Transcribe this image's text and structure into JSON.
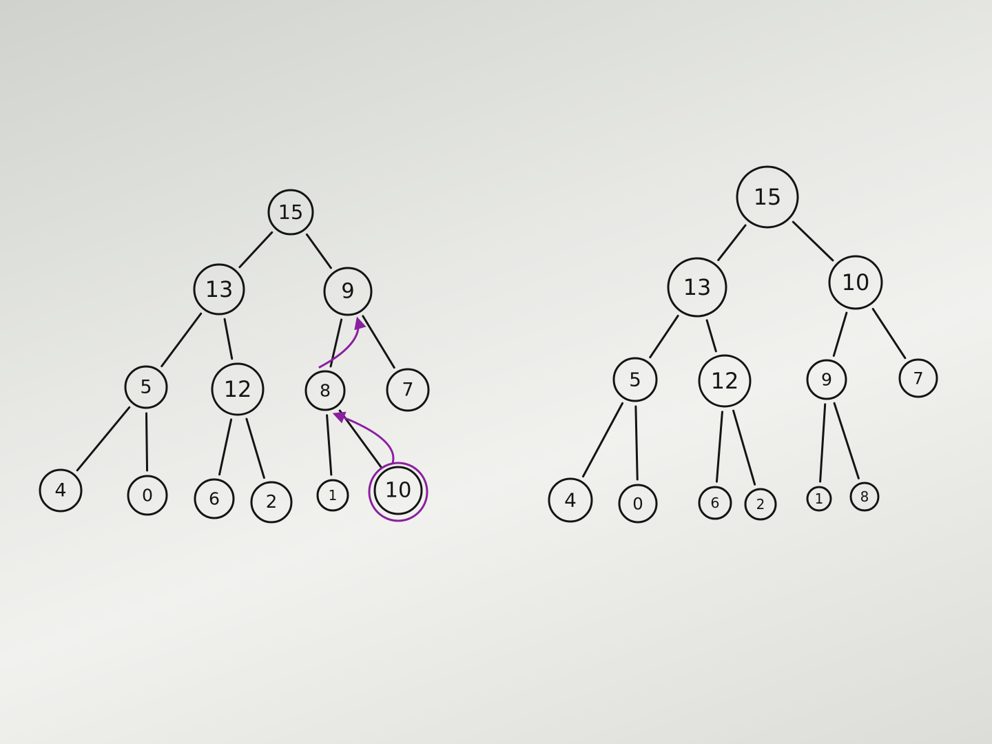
{
  "colors": {
    "ink": "#141414",
    "marker_accent": "#8a1fa0"
  },
  "trees": [
    {
      "nodes": [
        {
          "id": "a15",
          "label": "15"
        },
        {
          "id": "a13",
          "label": "13"
        },
        {
          "id": "a9",
          "label": "9"
        },
        {
          "id": "a5",
          "label": "5"
        },
        {
          "id": "a12",
          "label": "12"
        },
        {
          "id": "a8",
          "label": "8"
        },
        {
          "id": "a7",
          "label": "7"
        },
        {
          "id": "a4",
          "label": "4"
        },
        {
          "id": "a0",
          "label": "0"
        },
        {
          "id": "a6",
          "label": "6"
        },
        {
          "id": "a2",
          "label": "2"
        },
        {
          "id": "a1",
          "label": "1"
        },
        {
          "id": "a10",
          "label": "10",
          "highlighted": true
        }
      ],
      "edges": [
        [
          "a15",
          "a13"
        ],
        [
          "a15",
          "a9"
        ],
        [
          "a13",
          "a5"
        ],
        [
          "a13",
          "a12"
        ],
        [
          "a9",
          "a8"
        ],
        [
          "a9",
          "a7"
        ],
        [
          "a5",
          "a4"
        ],
        [
          "a5",
          "a0"
        ],
        [
          "a12",
          "a6"
        ],
        [
          "a12",
          "a2"
        ],
        [
          "a8",
          "a1"
        ],
        [
          "a8",
          "a10"
        ]
      ],
      "arrows": [
        [
          "a10",
          "a8"
        ],
        [
          "a8",
          "a9"
        ]
      ]
    },
    {
      "nodes": [
        {
          "id": "b15",
          "label": "15"
        },
        {
          "id": "b13",
          "label": "13"
        },
        {
          "id": "b10",
          "label": "10"
        },
        {
          "id": "b5",
          "label": "5"
        },
        {
          "id": "b12",
          "label": "12"
        },
        {
          "id": "b9",
          "label": "9"
        },
        {
          "id": "b7",
          "label": "7"
        },
        {
          "id": "b4",
          "label": "4"
        },
        {
          "id": "b0",
          "label": "0"
        },
        {
          "id": "b6",
          "label": "6"
        },
        {
          "id": "b2",
          "label": "2"
        },
        {
          "id": "b1",
          "label": "1"
        },
        {
          "id": "b8",
          "label": "8"
        }
      ],
      "edges": [
        [
          "b15",
          "b13"
        ],
        [
          "b15",
          "b10"
        ],
        [
          "b13",
          "b5"
        ],
        [
          "b13",
          "b12"
        ],
        [
          "b10",
          "b9"
        ],
        [
          "b10",
          "b7"
        ],
        [
          "b5",
          "b4"
        ],
        [
          "b5",
          "b0"
        ],
        [
          "b12",
          "b6"
        ],
        [
          "b12",
          "b2"
        ],
        [
          "b9",
          "b1"
        ],
        [
          "b9",
          "b8"
        ]
      ],
      "arrows": []
    }
  ]
}
